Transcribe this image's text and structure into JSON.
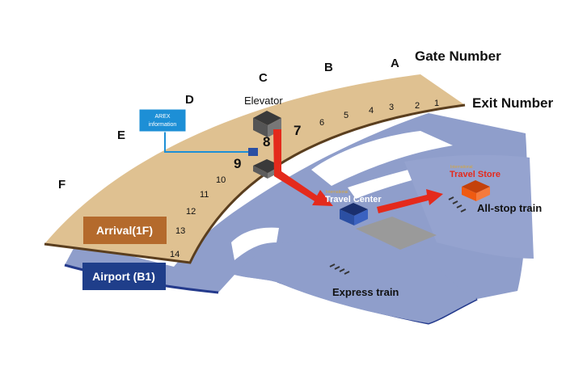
{
  "headings": {
    "gate_number": "Gate Number",
    "exit_number": "Exit Number"
  },
  "gates": [
    "A",
    "B",
    "C",
    "D",
    "E",
    "F"
  ],
  "exits": [
    "1",
    "2",
    "3",
    "4",
    "5",
    "6",
    "7",
    "8",
    "9",
    "10",
    "11",
    "12",
    "13",
    "14"
  ],
  "levels": {
    "arrival": "Arrival(1F)",
    "airport": "Airport (B1)"
  },
  "places": {
    "elevator": "Elevator",
    "arex_info_line1": "AREX",
    "arex_info_line2": "information",
    "travel_center_small": "International",
    "travel_center": "Travel Center",
    "travel_store_small": "International",
    "travel_store": "Travel Store",
    "all_stop_train": "All-stop train",
    "express_train": "Express train"
  },
  "colors": {
    "arrival_floor": "#dfc191",
    "arrival_edge": "#5a3e1e",
    "airport_floor": "#8f9ecb",
    "airport_edge": "#243a8c",
    "route_arrow": "#e42a1c",
    "arrival_box": "#b46a2c",
    "airport_box": "#1f3e8a",
    "info_box": "#1d8fd6",
    "travel_store_box": "#ef5a12",
    "travel_center_box": "#2b4fa3"
  }
}
